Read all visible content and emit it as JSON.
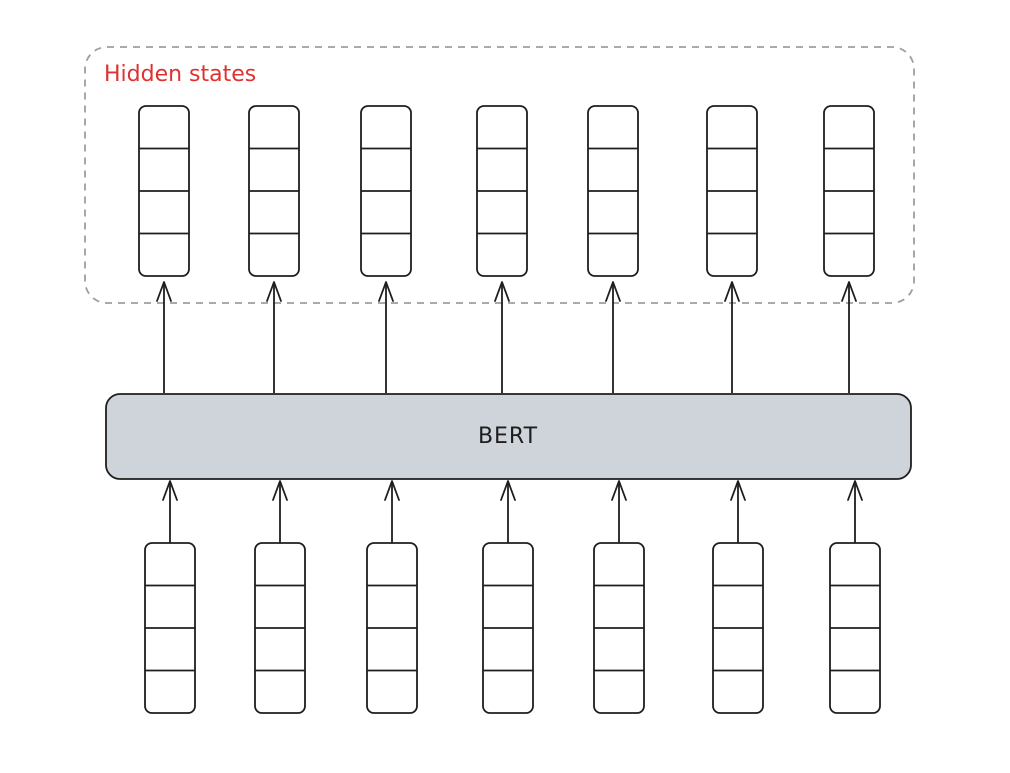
{
  "diagram": {
    "group_label": "Hidden states",
    "model_label": "BERT",
    "colors": {
      "group_label": "#e03131",
      "group_border": "#9e9e9e",
      "model_fill": "#ced4da",
      "stroke": "#1e1e1e"
    },
    "hidden_states": {
      "count": 7,
      "cells_per_vector": 4
    },
    "input_embeddings": {
      "count": 7,
      "cells_per_vector": 4
    }
  }
}
